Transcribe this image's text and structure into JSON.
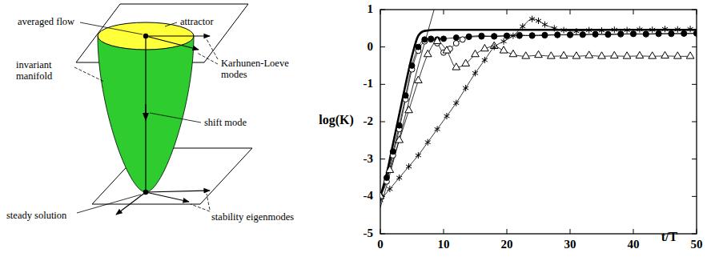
{
  "diagram": {
    "labels": [
      "averaged flow",
      "attractor",
      "invariant manifold",
      "Karhunen-Loeve modes",
      "shift mode",
      "steady solution",
      "stability eigenmodes",
      "1",
      "0",
      "-1",
      "-2",
      "-3",
      "-4",
      "-5",
      "0",
      "10",
      "20",
      "30",
      "40",
      "50",
      "log(K)",
      "t/T"
    ]
  }
}
